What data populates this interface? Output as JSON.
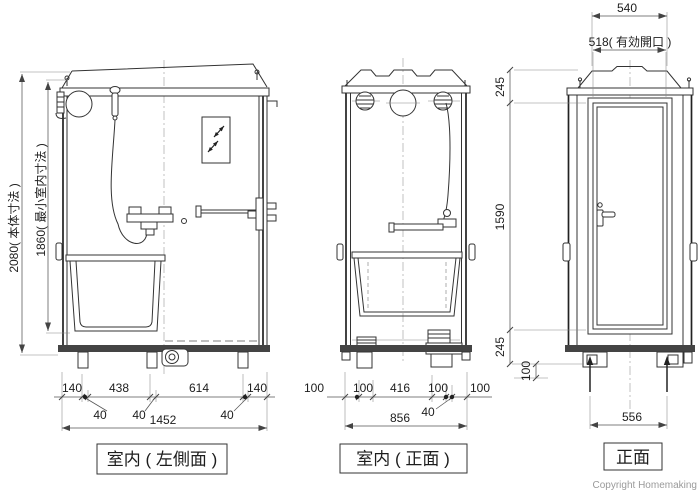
{
  "footer": {
    "copyright": "Copyright Homemaking"
  },
  "views": {
    "interior_left_side": {
      "label": "室内 ( 左側面 )",
      "dims": {
        "overall_height": "2080( 本体寸法 )",
        "interior_height": "1860( 最小室内寸法 )",
        "bottom_chain": [
          "140",
          "438",
          "614",
          "140"
        ],
        "bottom_small": [
          "40",
          "40",
          "40"
        ],
        "bottom_total": "1452"
      }
    },
    "interior_front": {
      "label": "室内 ( 正面 )",
      "dims": {
        "outer_left": "100",
        "chain": [
          "100",
          "416",
          "100"
        ],
        "outer_right": "100",
        "small": "40",
        "total": "856"
      }
    },
    "front": {
      "label": "正面",
      "dims": {
        "top_width": "540",
        "top_opening": "518( 有効開口 )",
        "upper": "245",
        "door_height": "1590",
        "lower": "245",
        "foot_height": "100",
        "bottom_width": "556"
      }
    }
  }
}
